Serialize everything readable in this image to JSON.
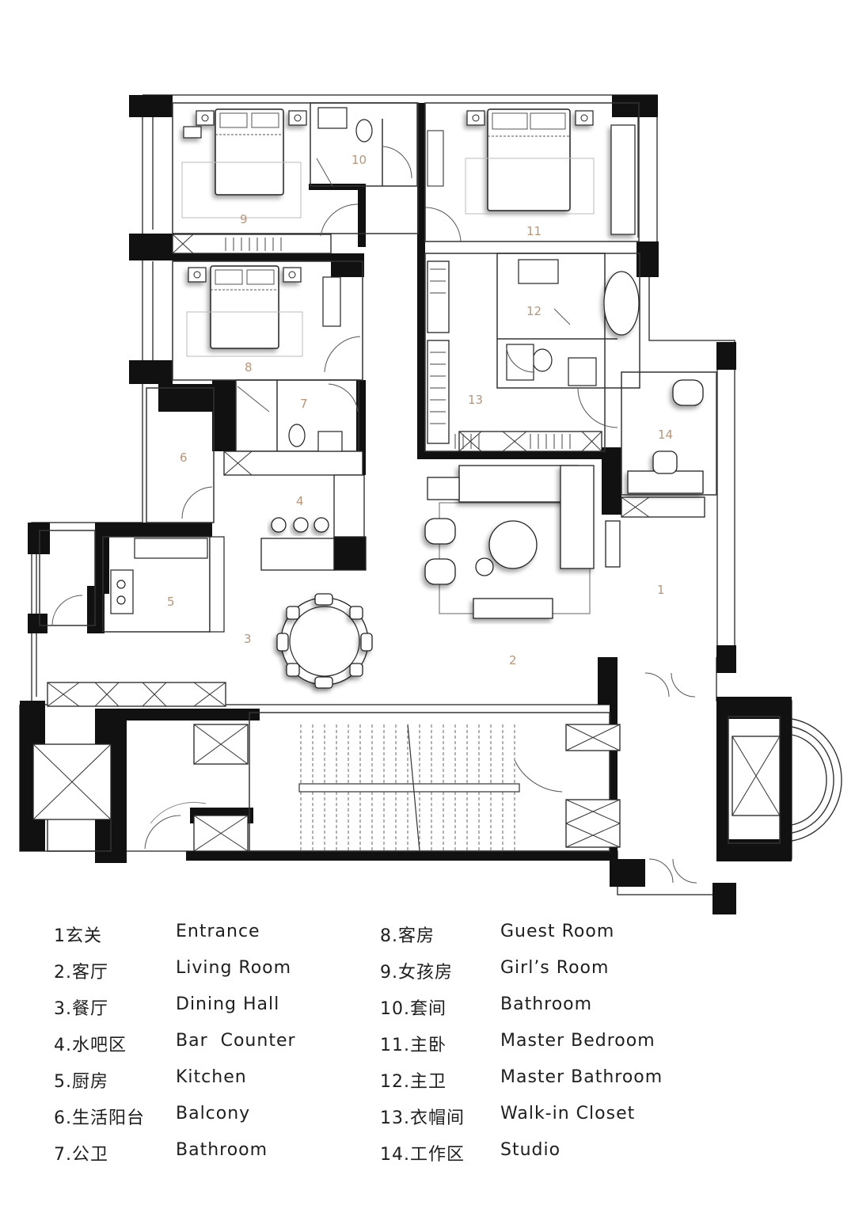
{
  "rooms": [
    {
      "num": "1",
      "cn": "玄关",
      "en": "Entrance"
    },
    {
      "num": "2",
      "cn": "客厅",
      "en": "Living Room"
    },
    {
      "num": "3",
      "cn": "餐厅",
      "en": "Dining Hall"
    },
    {
      "num": "4",
      "cn": "水吧区",
      "en": "Bar  Counter"
    },
    {
      "num": "5",
      "cn": "厨房",
      "en": "Kitchen"
    },
    {
      "num": "6",
      "cn": "生活阳台",
      "en": "Balcony"
    },
    {
      "num": "7",
      "cn": "公卫",
      "en": "Bathroom"
    },
    {
      "num": "8",
      "cn": "客房",
      "en": "Guest Room"
    },
    {
      "num": "9",
      "cn": "女孩房",
      "en": "Girl’s Room"
    },
    {
      "num": "10",
      "cn": "套间",
      "en": "Bathroom"
    },
    {
      "num": "11",
      "cn": "主卧",
      "en": "Master Bedroom"
    },
    {
      "num": "12",
      "cn": "主卫",
      "en": "Master Bathroom"
    },
    {
      "num": "13",
      "cn": "衣帽间",
      "en": "Walk-in Closet"
    },
    {
      "num": "14",
      "cn": "工作区",
      "en": "Studio"
    }
  ],
  "legend_labels": [
    "1玄关",
    "2.客厅",
    "3.餐厅",
    "4.水吧区",
    "5.厨房",
    "6.生活阳台",
    "7.公卫",
    "8.客房",
    "9.女孩房",
    "10.套间",
    "11.主卧",
    "12.主卫",
    "13.衣帽间",
    "14.工作区"
  ],
  "colors": {
    "wall": "#111111",
    "line": "#555555",
    "label": "#b9957a",
    "furniture": "#ffffff"
  }
}
